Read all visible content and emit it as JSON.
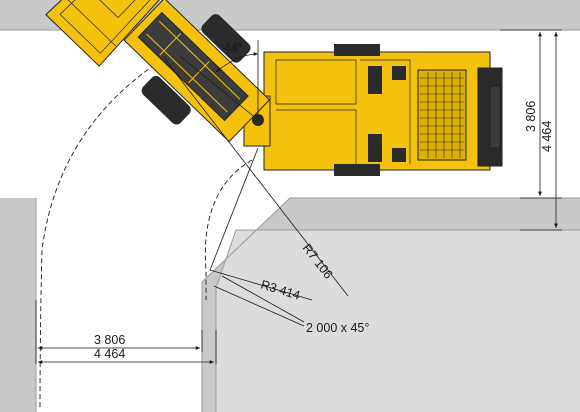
{
  "colors": {
    "machine_yellow": "#F4C20D",
    "machine_shadow": "#D8A800",
    "dark_parts": "#2B2B2B",
    "tunnel_wall": "#C9C9C9",
    "tunnel_edge": "#9A9A9A",
    "line": "#1A1A1A"
  },
  "dimensions": {
    "articulation_angle": "44°",
    "width_inner": "3 806",
    "width_outer": "4 464",
    "horizontal_inner": "3 806",
    "horizontal_outer": "4 464",
    "outer_radius": "R7 106",
    "inner_radius": "R3 414",
    "corner_chamfer": "2 000 x 45°"
  }
}
